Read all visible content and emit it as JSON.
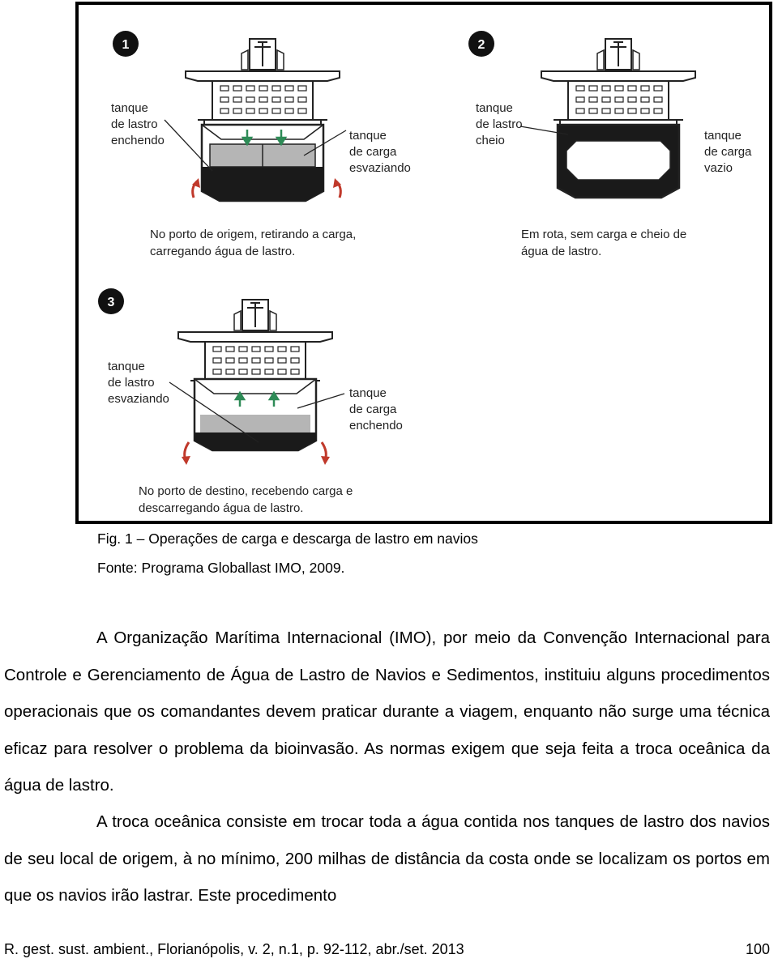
{
  "figure": {
    "panels": [
      {
        "number": "1",
        "left_label": [
          "tanque",
          "de lastro",
          "enchendo"
        ],
        "right_label": [
          "tanque",
          "de carga",
          "esvaziando"
        ],
        "caption": [
          "No porto de origem, retirando a carga,",
          "carregando água de lastro."
        ]
      },
      {
        "number": "2",
        "left_label": [
          "tanque",
          "de lastro",
          "cheio"
        ],
        "right_label": [
          "tanque",
          "de carga",
          "vazio"
        ],
        "caption": [
          "Em rota, sem carga e cheio de",
          "água de lastro."
        ]
      },
      {
        "number": "3",
        "left_label": [
          "tanque",
          "de lastro",
          "esvaziando"
        ],
        "right_label": [
          "tanque",
          "de carga",
          "enchendo"
        ],
        "caption": [
          "No porto de destino, recebendo carga e",
          "descarregando água de lastro."
        ]
      }
    ]
  },
  "caption": {
    "line1": "Fig. 1 – Operações de carga e descarga de lastro em navios",
    "line2": "Fonte: Programa Globallast IMO, 2009."
  },
  "paragraphs": [
    "A Organização Marítima Internacional (IMO), por meio da Convenção Internacional para Controle e Gerenciamento de Água de Lastro de Navios e Sedimentos, instituiu alguns procedimentos operacionais que os comandantes devem praticar durante a viagem, enquanto não surge uma técnica eficaz para resolver o problema da bioinvasão. As normas exigem que seja feita a troca oceânica da água de lastro.",
    "A troca oceânica consiste em trocar toda a água contida nos tanques de lastro dos navios de seu local de origem, à no mínimo, 200 milhas de distância da costa onde se localizam os portos em que os navios irão lastrar. Este procedimento"
  ],
  "footer": {
    "citation": "R. gest. sust. ambient., Florianópolis, v. 2, n.1, p. 92-112, abr./set. 2013",
    "page": "100"
  },
  "colors": {
    "arrow_green": "#2e8b57",
    "arrow_red": "#c0392b",
    "hull_dark": "#1a1a1a",
    "water_grey": "#b5b5b5",
    "badge": "#111111"
  }
}
